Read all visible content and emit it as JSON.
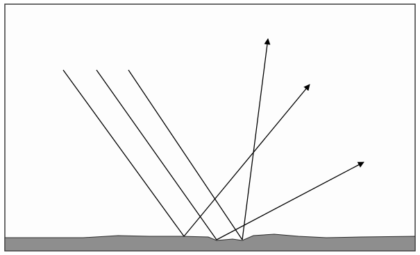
{
  "figure": {
    "frame_color": "#3a3a3a",
    "background_color": "#fdfdfd",
    "ray_color": "#000000",
    "surface_fill_color": "#8e8e8e",
    "surface_edge_color": "#2a2a2a",
    "incident_ray_count": 3,
    "reflected_ray_count": 3,
    "surface": "rough"
  }
}
